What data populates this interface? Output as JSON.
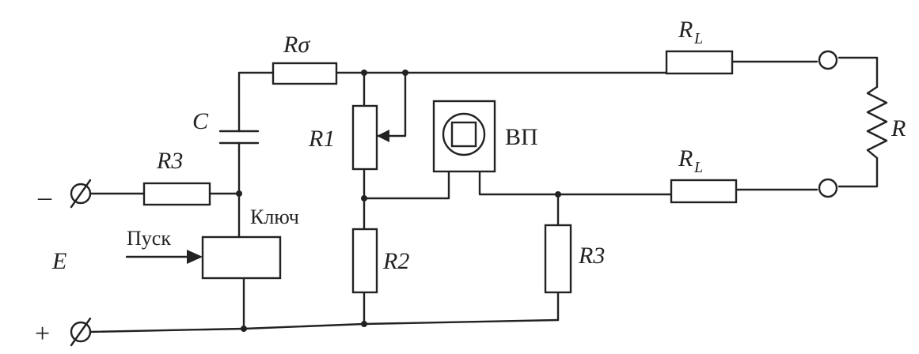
{
  "labels": {
    "r_sigma": "Rσ",
    "r_l_top": "R",
    "r_l_top_sub": "L",
    "r_l_bottom": "R",
    "r_l_bottom_sub": "L",
    "r_load": "R",
    "capacitor": "C",
    "r1": "R1",
    "r2": "R2",
    "r3_left": "R3",
    "r3_right": "R3",
    "vp": "ВП",
    "key": "Ключ",
    "start": "Пуск",
    "source": "E",
    "minus": "–",
    "plus": "+"
  }
}
